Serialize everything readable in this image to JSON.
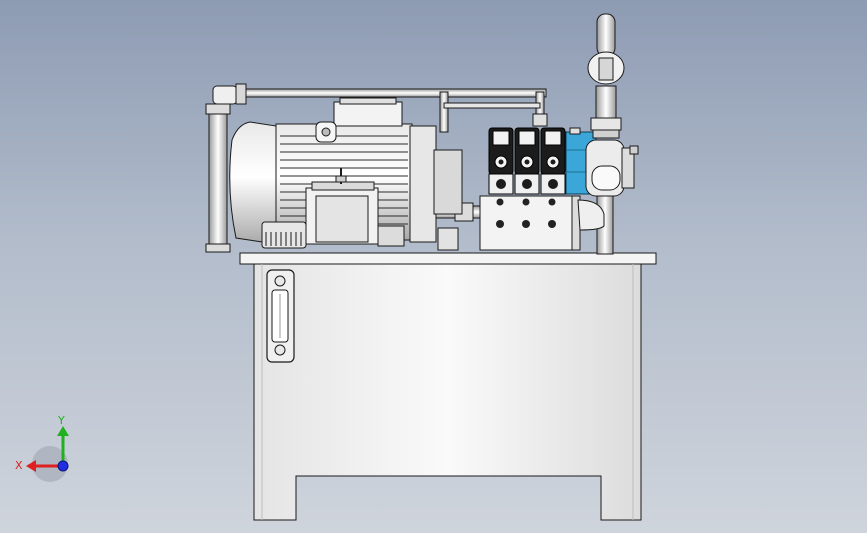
{
  "viewport": {
    "background_top": "#8d9bb3",
    "background_bottom": "#cfd4dc"
  },
  "colors": {
    "metal_light": "#f2f2f2",
    "metal_mid": "#cfcfcf",
    "metal_dark": "#8a8a8a",
    "outline": "#1a1a1a",
    "valve_black": "#1c1c1c",
    "manifold_blue": "#3aa7d8"
  },
  "triad": {
    "x_label": "X",
    "y_label": "Y",
    "x_color": "#e02020",
    "y_color": "#20b020",
    "z_color": "#2030e0"
  },
  "model": {
    "components": [
      "oil-tank",
      "sight-gauge",
      "electric-motor",
      "pump-coupling",
      "gear-pump",
      "valve-block",
      "solenoid-valves",
      "manifold",
      "pipework",
      "return-filter",
      "pressure-gauge"
    ]
  }
}
